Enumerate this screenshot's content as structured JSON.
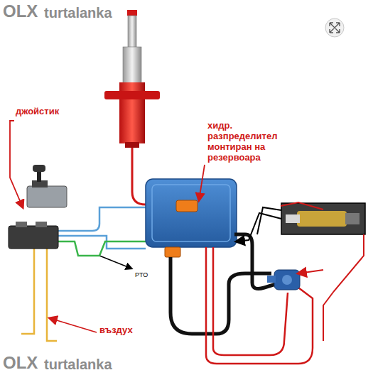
{
  "diagram": {
    "labels": [
      "OLX",
      "turtalanka",
      "джойстик",
      "хидр. разпределител монтиран на резервоара",
      "PTO",
      "въздух",
      "OLX",
      "turtalanka"
    ]
  }
}
